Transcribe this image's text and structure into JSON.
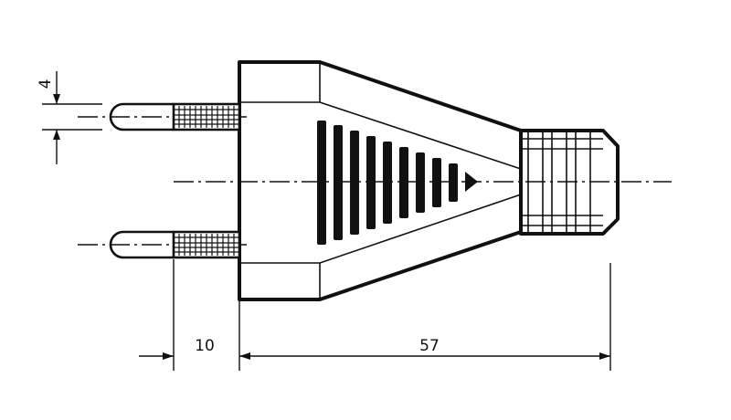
{
  "drawing": {
    "dimensions": {
      "pin_diameter": "4",
      "pin_length": "10",
      "body_length": "57"
    }
  }
}
